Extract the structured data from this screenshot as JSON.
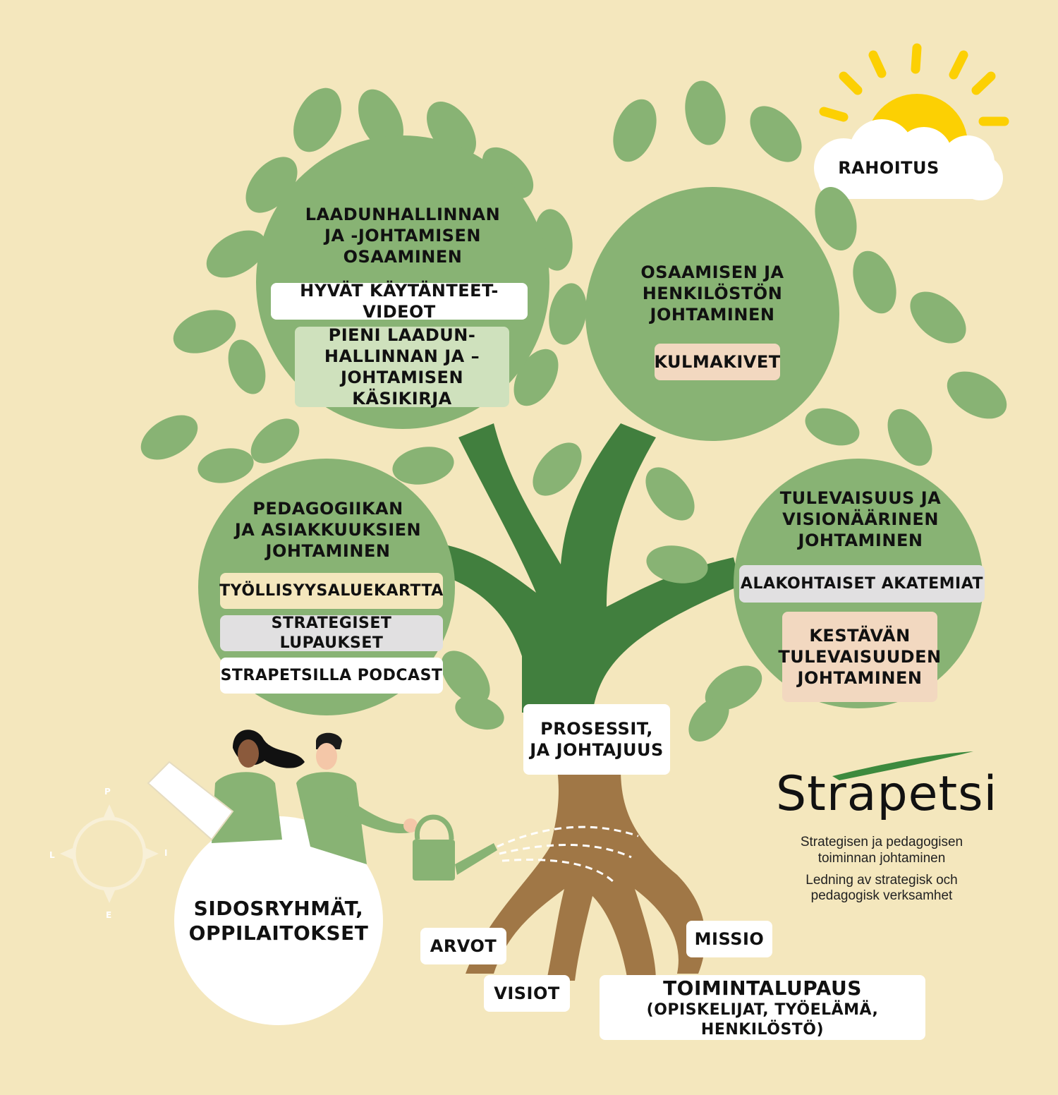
{
  "tree": {
    "circle_left_top": {
      "title_lines": [
        "LAADUNHALLINNAN",
        "JA -JOHTAMISEN",
        "OSAAMINEN"
      ],
      "item1": "HYVÄT KÄYTÄNTEET-VIDEOT",
      "item2_lines": [
        "PIENI LAADUN-",
        "HALLINNAN JA –",
        "JOHTAMISEN KÄSIKIRJA"
      ]
    },
    "circle_right_top": {
      "title_lines": [
        "OSAAMISEN JA",
        "HENKILÖSTÖN",
        "JOHTAMINEN"
      ],
      "item1": "KULMAKIVET"
    },
    "circle_left_bottom": {
      "title_lines": [
        "PEDAGOGIIKAN",
        "JA ASIAKKUUKSIEN",
        "JOHTAMINEN"
      ],
      "item1": "TYÖLLISYYSALUEKARTTA",
      "item2": "STRATEGISET LUPAUKSET",
      "item3": "STRAPETSILLA PODCAST"
    },
    "circle_right_bottom": {
      "title_lines": [
        "TULEVAISUUS JA",
        "VISIONÄÄRINEN",
        "JOHTAMINEN"
      ],
      "item1": "ALAKOHTAISET AKATEMIAT",
      "item2_lines": [
        "KESTÄVÄN",
        "TULEVAISUUDEN",
        "JOHTAMINEN"
      ]
    },
    "trunk_lines": [
      "PROSESSIT,",
      "JA JOHTAJUUS"
    ],
    "roots": {
      "arvot": "ARVOT",
      "visiot": "VISIOT",
      "missio": "MISSIO",
      "toimintalupaus": "TOIMINTALUPAUS",
      "toimintalupaus_sub": "(OPISKELIJAT, TYÖELÄMÄ, HENKILÖSTÖ)"
    }
  },
  "sun_label": "RAHOITUS",
  "stakeholders_lines": [
    "SIDOSRYHMÄT,",
    "OPPILAITOKSET"
  ],
  "compass": {
    "north": "P",
    "east": "I",
    "south": "E",
    "west": "L"
  },
  "brand": {
    "logo": "Strapetsi",
    "line1": "Strategisen ja pedagogisen",
    "line2": "toiminnan johtaminen",
    "line3": "Ledning av strategisk och",
    "line4": "pedagogisk verksamhet"
  },
  "colors": {
    "background": "#f4e7bd",
    "leaf": "#88b374",
    "branch": "#417f3e",
    "trunk": "#a07746",
    "sun": "#fcd003",
    "cloud": "#ffffff"
  }
}
